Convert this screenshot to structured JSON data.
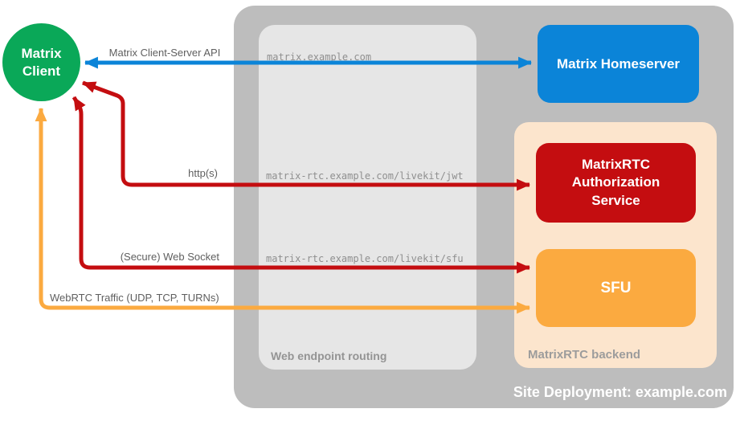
{
  "diagram": {
    "client": {
      "label": "Matrix Client"
    },
    "homeserver": {
      "label": "Matrix Homeserver"
    },
    "auth_service": {
      "label": "MatrixRTC Authorization Service"
    },
    "sfu": {
      "label": "SFU"
    },
    "routing_box": {
      "label": "Web endpoint routing",
      "endpoints": [
        "matrix.example.com",
        "matrix-rtc.example.com/livekit/jwt",
        "matrix-rtc.example.com/livekit/sfu"
      ]
    },
    "backend_box": {
      "label": "MatrixRTC backend"
    },
    "site_container": {
      "label": "Site Deployment: example.com"
    },
    "arrows": [
      {
        "name": "client-server-api",
        "label": "Matrix Client-Server API",
        "color": "#0b84d8",
        "bidirectional": true
      },
      {
        "name": "https",
        "label": "http(s)",
        "color": "#c40d10",
        "bidirectional": true
      },
      {
        "name": "websocket",
        "label": "(Secure) Web Socket",
        "color": "#c40d10",
        "bidirectional": true
      },
      {
        "name": "webrtc",
        "label": "WebRTC Traffic (UDP, TCP, TURNs)",
        "color": "#fbaa40",
        "bidirectional": true
      }
    ],
    "colors": {
      "client_green": "#0aa858",
      "homeserver_blue": "#0b84d8",
      "auth_red": "#c40d10",
      "sfu_orange": "#fbaa40",
      "backend_peach": "#fce5cd",
      "container_gray": "#bdbdbd",
      "routing_gray": "#e6e6e6",
      "label_gray": "#5f5f5f"
    }
  }
}
